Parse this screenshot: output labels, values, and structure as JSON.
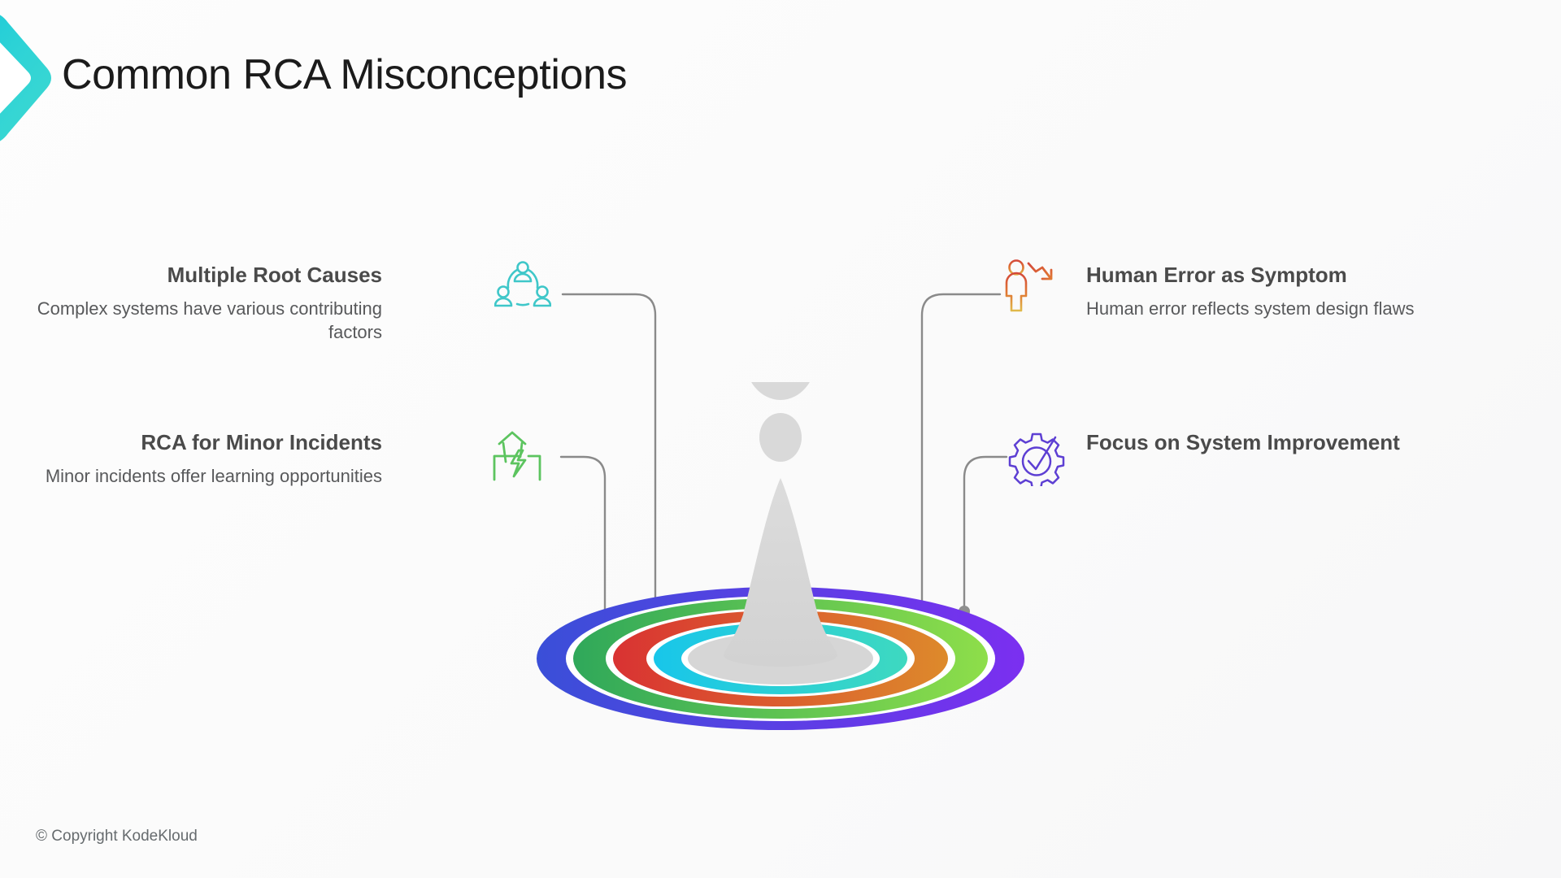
{
  "slide": {
    "title": "Common RCA Misconceptions",
    "footer": "© Copyright KodeKloud",
    "background_color": "#fbfbfc",
    "title_color": "#1b1b1b",
    "accent_color": "#2ed3d6"
  },
  "items": [
    {
      "id": "multiple-root-causes",
      "side": "left",
      "title": "Multiple Root Causes",
      "description": "Complex systems have various contributing  factors",
      "icon": "people-network-icon",
      "icon_color": "#3fc7c9"
    },
    {
      "id": "rca-for-minor-incidents",
      "side": "left",
      "title": "RCA for Minor Incidents",
      "description": "Minor incidents offer learning opportunities",
      "icon": "building-lightning-icon",
      "icon_color": "#5cc45f"
    },
    {
      "id": "human-error-as-symptom",
      "side": "right",
      "title": "Human Error as Symptom",
      "description": "Human error reflects system design flaws",
      "icon": "person-down-arrow-icon",
      "icon_color": "#d4593f"
    },
    {
      "id": "focus-on-system-improvement",
      "side": "right",
      "title": "Focus on System Improvement",
      "description": "",
      "icon": "gear-checkmark-icon",
      "icon_color": "#5d3fd3"
    }
  ],
  "graphic": {
    "name": "concentric-target-funnel",
    "rings": [
      {
        "name": "ring-outer",
        "from": "#3a4fd8",
        "to": "#7b2ff0"
      },
      {
        "name": "ring-second",
        "from": "#2fa85a",
        "to": "#8ede4a"
      },
      {
        "name": "ring-third",
        "from": "#d93232",
        "to": "#dd8a2b"
      },
      {
        "name": "ring-inner",
        "from": "#18c6ea",
        "to": "#3ed9c0"
      }
    ],
    "center_color": "#d6d6d6",
    "floating_shapes": 2,
    "connector_color": "#8a8a8a"
  }
}
